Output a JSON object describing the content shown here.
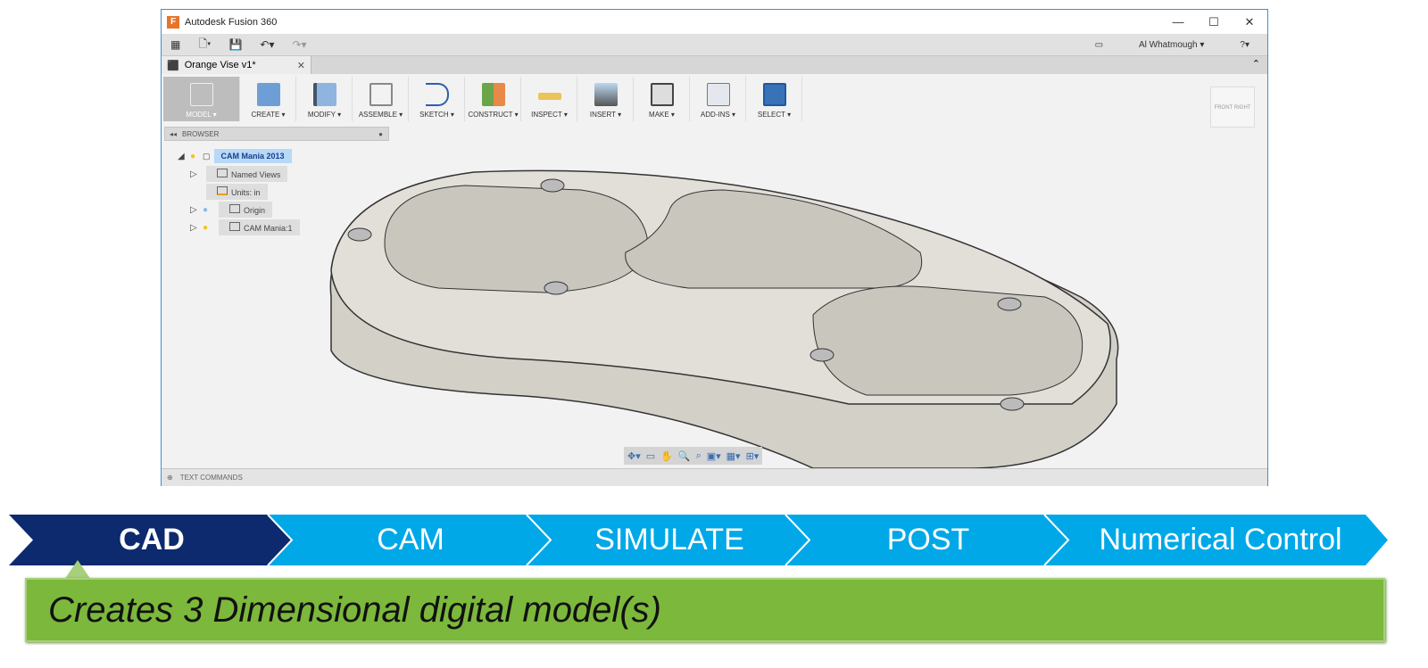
{
  "window": {
    "title": "Autodesk Fusion 360",
    "minimize": "—",
    "maximize": "☐",
    "close": "✕"
  },
  "qat": {
    "user": "Al Whatmough ▾",
    "help": "?▾"
  },
  "tab": {
    "label": "Orange Vise v1*",
    "close": "✕"
  },
  "ribbon": [
    "MODEL ▾",
    "CREATE ▾",
    "MODIFY ▾",
    "ASSEMBLE ▾",
    "SKETCH ▾",
    "CONSTRUCT ▾",
    "INSPECT ▾",
    "INSERT ▾",
    "MAKE ▾",
    "ADD-INS ▾",
    "SELECT ▾"
  ],
  "browser": {
    "title": "BROWSER",
    "nodes": [
      "CAM Mania 2013",
      "Named Views",
      "Units: in",
      "Origin",
      "CAM Mania:1"
    ]
  },
  "viewcube": {
    "front": "FRONT",
    "right": "RIGHT"
  },
  "text_commands": "TEXT COMMANDS",
  "process": {
    "steps": [
      "CAD",
      "CAM",
      "SIMULATE",
      "POST",
      "Numerical Control"
    ],
    "active_color": "#0d2a6e",
    "color": "#00a8e8"
  },
  "description": "Creates 3 Dimensional digital model(s)"
}
